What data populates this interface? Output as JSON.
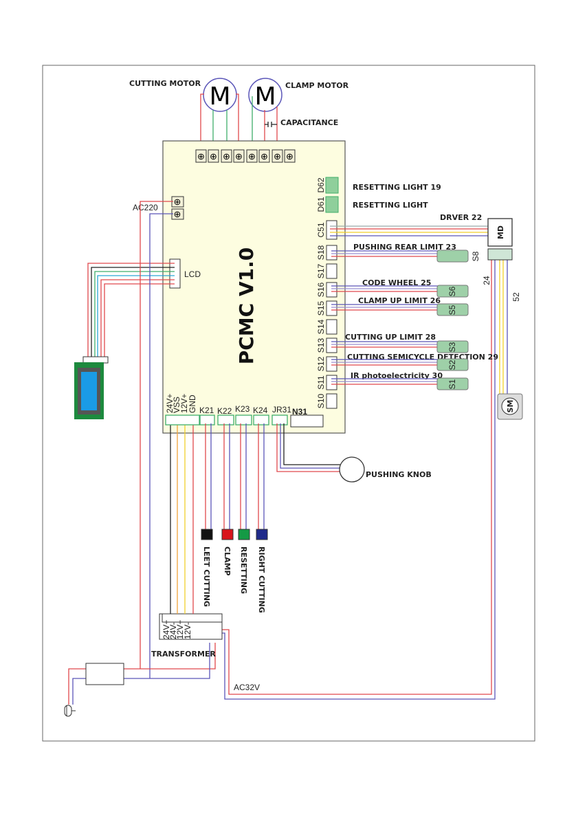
{
  "board": {
    "title": "PCMC V1.0",
    "fill": "#fdfde0"
  },
  "motors": {
    "cutting": {
      "label": "CUTTING MOTOR",
      "symbol": "M"
    },
    "clamp": {
      "label": "CLAMP MOTOR",
      "symbol": "M"
    },
    "capacitance": "CAPACITANCE"
  },
  "power": {
    "ac220": "AC220",
    "ac32v": "AC32V",
    "transformer": "TRANSFORMER",
    "transformer_pins": [
      "24V+",
      "24V-",
      "12V+",
      "12V-"
    ]
  },
  "lcd": {
    "label": "LCD"
  },
  "right_connectors": [
    "D62",
    "D61",
    "C51",
    "S18",
    "S17",
    "S16",
    "S15",
    "S14",
    "S13",
    "S12",
    "S11",
    "S10"
  ],
  "right_labels": {
    "d62": "RESETTING LIGHT 19",
    "d61": "RESETTING LIGHT",
    "c51": "DRVER 22",
    "s18": "PUSHING REAR LIMIT 23",
    "s16": "CODE WHEEL 25",
    "s15": "CLAMP UP LIMIT 26",
    "s13": "CUTTING UP LIMIT 28",
    "s12": "CUTTING SEMICYCLE DETECTION 29",
    "s11": "IR photoelectricity 30"
  },
  "sensors": {
    "s8": "S8",
    "s6": "S6",
    "s5": "S5",
    "s3": "S3",
    "s2": "S2",
    "s1": "S1"
  },
  "driver": {
    "md": "MD",
    "sm": "SM",
    "wire_a": "24",
    "wire_b": "52"
  },
  "bottom_connectors": {
    "power_pins": [
      "24V+",
      "VSS",
      "12V+",
      "GND"
    ],
    "k21": "K21",
    "k22": "K22",
    "k23": "K23",
    "k24": "K24",
    "jr31": "JR31",
    "n31": "N31"
  },
  "buttons": [
    {
      "label": "LEET CUTTING",
      "color": "#111111"
    },
    {
      "label": "CLAMP",
      "color": "#d8141c"
    },
    {
      "label": "RESETTING",
      "color": "#149a45"
    },
    {
      "label": "RIGHT CUTTING",
      "color": "#1f2a8a"
    }
  ],
  "knob": {
    "label": "PUSHING KNOB"
  }
}
